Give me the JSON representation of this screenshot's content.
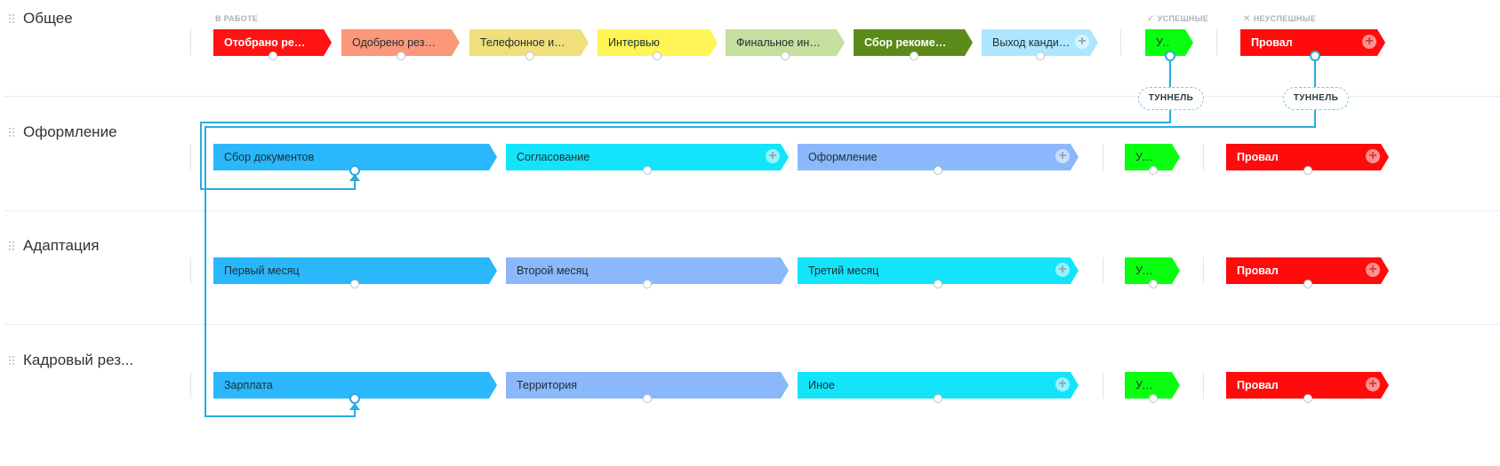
{
  "colors": {
    "accent": "#29abe2",
    "success": "#09ff0f",
    "fail": "#ff0b0b"
  },
  "groups": {
    "in_work": "В РАБОТЕ",
    "success": "УСПЕШНЫЕ",
    "fail": "НЕУСПЕШНЫЕ",
    "success_icon": "check-icon",
    "fail_icon": "cross-icon"
  },
  "tunnel_label": "ТУННЕЛЬ",
  "pipelines": [
    {
      "title": "Общее",
      "stages": [
        {
          "label": "Отобрано резюме",
          "color": "#ff1212",
          "light": true
        },
        {
          "label": "Одобрено резюме",
          "color": "#fb9879"
        },
        {
          "label": "Телефонное интервью",
          "color": "#f1df7c"
        },
        {
          "label": "Интервью",
          "color": "#fff455"
        },
        {
          "label": "Финальное интервью",
          "color": "#c5e09e"
        },
        {
          "label": "Сбор рекомендаций",
          "color": "#5b8a18",
          "light": true
        },
        {
          "label": "Выход кандидата",
          "color": "#aee6ff",
          "plus": true
        }
      ],
      "success": {
        "label": "Успех",
        "color": "#09ff0f"
      },
      "fail": {
        "label": "Провал",
        "color": "#ff0b0b",
        "light": true,
        "plus": true
      }
    },
    {
      "title": "Оформление",
      "stages": [
        {
          "label": "Сбор документов",
          "color": "#2ab7fb"
        },
        {
          "label": "Согласование",
          "color": "#13e4fa",
          "plus": true
        },
        {
          "label": "Оформление",
          "color": "#8ab8fb",
          "plus": true
        }
      ],
      "success": {
        "label": "Успех",
        "color": "#09ff0f"
      },
      "fail": {
        "label": "Провал",
        "color": "#ff0b0b",
        "light": true,
        "plus": true
      }
    },
    {
      "title": "Адаптация",
      "stages": [
        {
          "label": "Первый месяц",
          "color": "#2ab7fb"
        },
        {
          "label": "Второй месяц",
          "color": "#8ab8fb"
        },
        {
          "label": "Третий месяц",
          "color": "#13e4fa",
          "plus": true
        }
      ],
      "success": {
        "label": "Успех",
        "color": "#09ff0f"
      },
      "fail": {
        "label": "Провал",
        "color": "#ff0b0b",
        "light": true,
        "plus": true
      }
    },
    {
      "title": "Кадровый рез...",
      "stages": [
        {
          "label": "Зарплата",
          "color": "#2ab7fb"
        },
        {
          "label": "Территория",
          "color": "#8ab8fb"
        },
        {
          "label": "Иное",
          "color": "#13e4fa",
          "plus": true
        }
      ],
      "success": {
        "label": "Успех",
        "color": "#09ff0f"
      },
      "fail": {
        "label": "Провал",
        "color": "#ff0b0b",
        "light": true,
        "plus": true
      }
    }
  ]
}
